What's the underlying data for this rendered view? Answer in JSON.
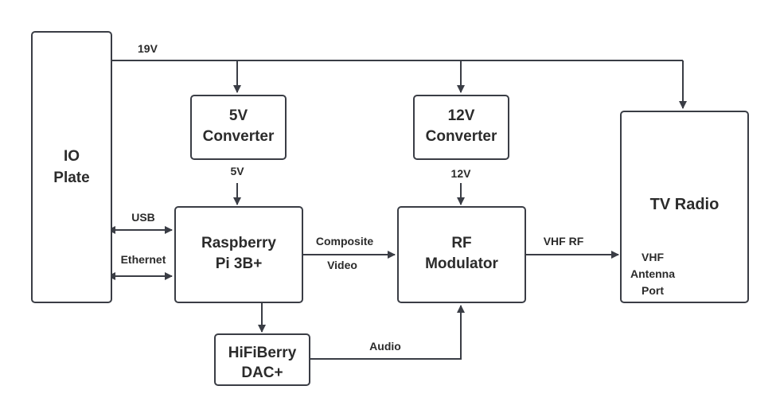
{
  "blocks": {
    "io_plate": [
      "IO",
      "Plate"
    ],
    "conv_5v": [
      "5V",
      "Converter"
    ],
    "conv_12v": [
      "12V",
      "Converter"
    ],
    "tv_radio": "TV Radio",
    "tv_port": [
      "VHF",
      "Antenna",
      "Port"
    ],
    "rpi": [
      "Raspberry",
      "Pi 3B+"
    ],
    "rf_mod": [
      "RF",
      "Modulator"
    ],
    "hifiberry": [
      "HiFiBerry",
      "DAC+"
    ]
  },
  "labels": {
    "v19": "19V",
    "v5": "5V",
    "v12": "12V",
    "usb": "USB",
    "ethernet": "Ethernet",
    "composite": "Composite",
    "video": "Video",
    "vhf_rf": "VHF RF",
    "audio": "Audio"
  },
  "colors": {
    "stroke": "#3a3d45",
    "text": "#2b2b2b",
    "background": "#ffffff"
  }
}
